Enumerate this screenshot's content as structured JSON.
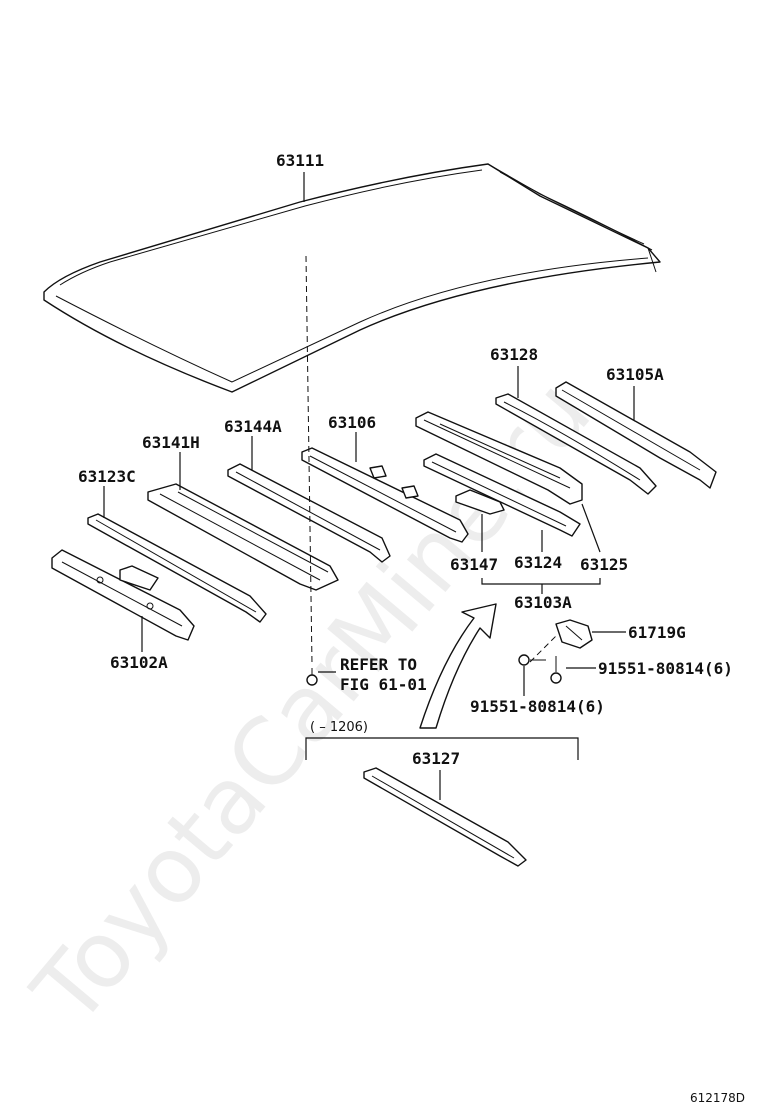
{
  "watermark": "ToyotaCarMine.ru",
  "figure_number": "612178D",
  "parts": {
    "roof_panel": "63111",
    "rail_63128": "63128",
    "rail_63105A": "63105A",
    "rail_63106": "63106",
    "rail_63144A": "63144A",
    "rail_63141H": "63141H",
    "rail_63123C": "63123C",
    "rail_63102A": "63102A",
    "rail_63147": "63147",
    "rail_63124": "63124",
    "rail_63125": "63125",
    "group_63103A": "63103A",
    "bracket_61719G": "61719G",
    "screw_right": "91551-80814(6)",
    "screw_lower": "91551-80814(6)",
    "rail_63127": "63127",
    "refer_line1": "REFER TO",
    "refer_line2": "FIG 61-01",
    "range_note": "(   – 1206)"
  }
}
